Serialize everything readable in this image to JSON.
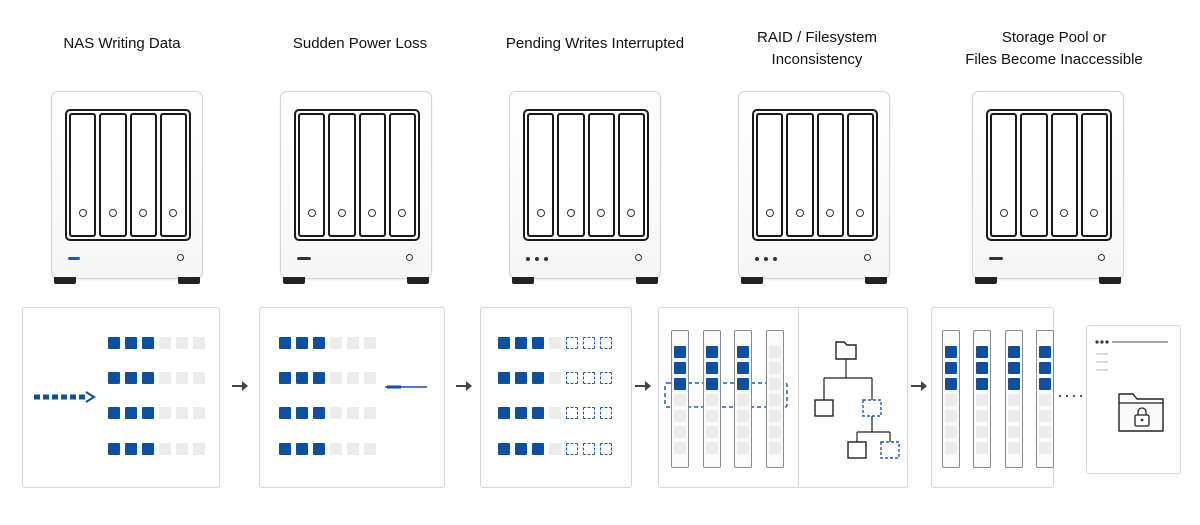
{
  "steps": [
    {
      "title_lines": [
        "NAS Writing Data"
      ]
    },
    {
      "title_lines": [
        "Sudden Power Loss"
      ]
    },
    {
      "title_lines": [
        "Pending Writes Interrupted"
      ]
    },
    {
      "title_lines": [
        "RAID / Filesystem",
        "Inconsistency"
      ]
    },
    {
      "title_lines": [
        "Storage Pool or",
        "Files Become Inaccessible"
      ]
    }
  ],
  "icons": {
    "nas_unit": "nas-device-icon",
    "drive_bay": "drive-bay-icon",
    "data_flow": "dashed-arrow-icon",
    "power_surge": "power-line-icon",
    "step_arrow": "arrow-right-icon",
    "folder_tree": "folder-tree-icon",
    "locked_folder": "locked-folder-icon",
    "window": "window-icon",
    "ellipsis": "ellipsis-icon"
  },
  "colors": {
    "written_block": "#0f4fa0",
    "empty_block": "#ececec",
    "pending_block_border": "#1f5ca8",
    "device_outline": "#1a1a1a",
    "panel_border": "#d7d7d7"
  }
}
